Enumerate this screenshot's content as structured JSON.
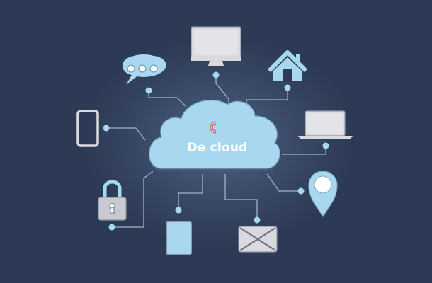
{
  "diagram": {
    "center": {
      "label": "De cloud",
      "logo_icon": "c-logo-icon"
    },
    "colors": {
      "background": "#2d3a55",
      "cloud_fill": "#a8d8f0",
      "icon_light_blue": "#a8d8f0",
      "icon_grey": "#d9d9de",
      "line": "#9fb3c8",
      "logo": "#d9534f"
    },
    "nodes": [
      {
        "id": "chat",
        "icon": "chat-bubble-icon"
      },
      {
        "id": "desktop",
        "icon": "desktop-monitor-icon"
      },
      {
        "id": "home",
        "icon": "home-icon"
      },
      {
        "id": "smartphone",
        "icon": "smartphone-icon"
      },
      {
        "id": "laptop",
        "icon": "laptop-icon"
      },
      {
        "id": "lock",
        "icon": "padlock-icon"
      },
      {
        "id": "location",
        "icon": "map-pin-icon"
      },
      {
        "id": "tablet",
        "icon": "tablet-icon"
      },
      {
        "id": "mail",
        "icon": "envelope-icon"
      }
    ]
  }
}
